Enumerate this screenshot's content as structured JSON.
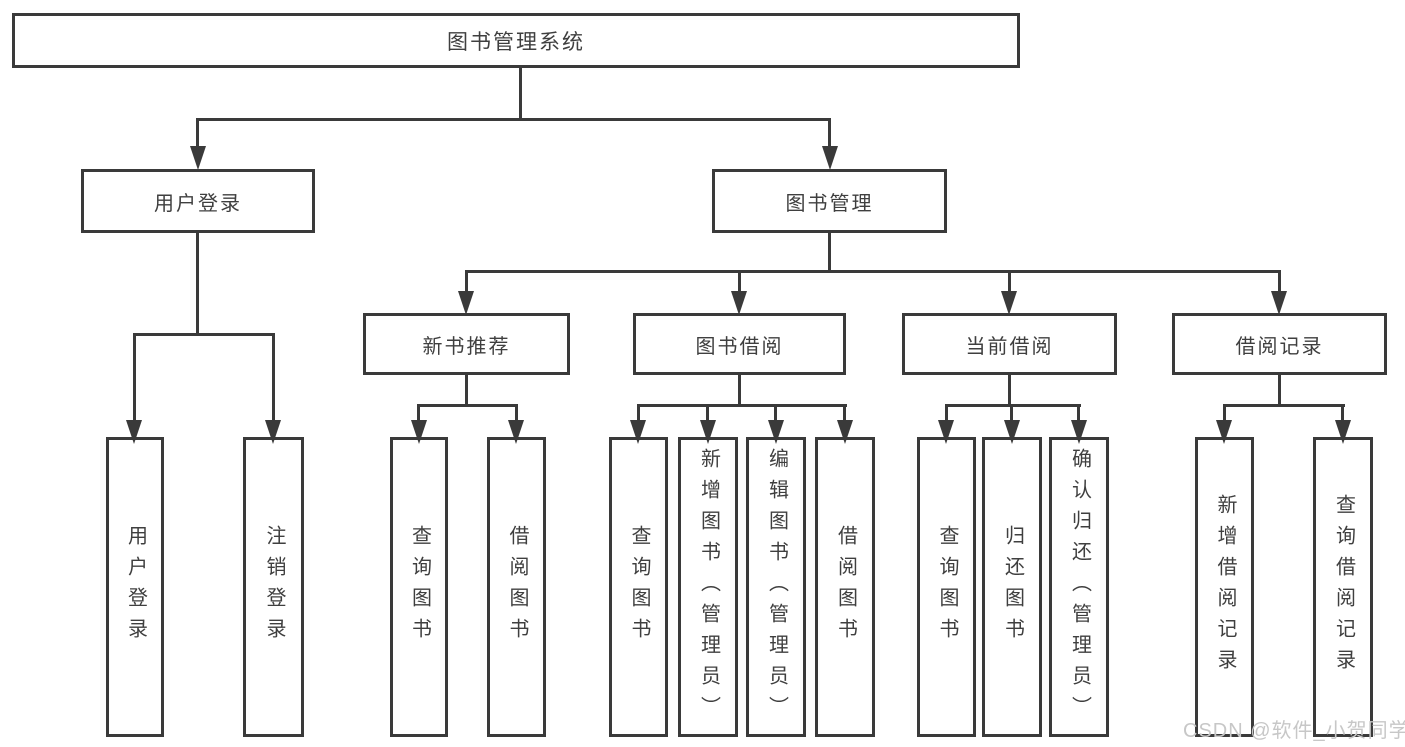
{
  "diagram_title": "图书管理系统",
  "nodes": {
    "root": "图书管理系统",
    "user_login": "用户登录",
    "book_mgmt": "图书管理",
    "new_book_rec": "新书推荐",
    "book_borrow": "图书借阅",
    "current_borrow": "当前借阅",
    "borrow_records": "借阅记录",
    "leaf_user_login": "用户登录",
    "leaf_logout": "注销登录",
    "leaf_rec_query_book": "查询图书",
    "leaf_rec_borrow_book": "借阅图书",
    "leaf_bb_query_book": "查询图书",
    "leaf_bb_add_book": "新增图书（管理员）",
    "leaf_bb_edit_book": "编辑图书（管理员）",
    "leaf_bb_borrow_book": "借阅图书",
    "leaf_cb_query_book": "查询图书",
    "leaf_cb_return_book": "归还图书",
    "leaf_cb_confirm_return": "确认归还（管理员）",
    "leaf_br_add_record": "新增借阅记录",
    "leaf_br_query_record": "查询借阅记录"
  },
  "watermark": "CSDN @软件_小贺同学",
  "colors": {
    "line": "#3a3a3a",
    "text": "#3f3f3f",
    "watermark": "#c7c7c7",
    "background": "#ffffff"
  }
}
